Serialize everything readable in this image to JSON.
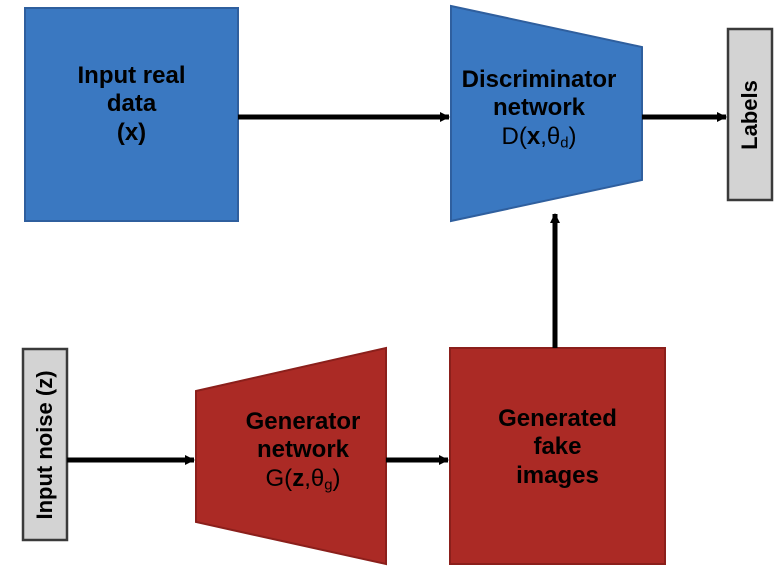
{
  "colors": {
    "real_block": "#3a78c1",
    "real_border": "#2f5f9e",
    "fake_block": "#ab2a25",
    "fake_border": "#8b1f1b",
    "side_box": "#d3d3d3",
    "side_border": "#3a3a3a",
    "arrow": "#000000"
  },
  "blocks": {
    "real_data": {
      "lines": [
        "Input real",
        "data",
        "(x)"
      ]
    },
    "discriminator": {
      "lines": [
        "Discriminator",
        "network"
      ],
      "formula": {
        "func": "D(",
        "var": "x",
        "sep": ",θ",
        "sub": "d",
        "close": ")"
      }
    },
    "labels": {
      "text": "Labels"
    },
    "noise": {
      "text": "Input noise (z)"
    },
    "generator": {
      "lines": [
        "Generator",
        "network"
      ],
      "formula": {
        "func": "G(",
        "var": "z",
        "sep": ",θ",
        "sub": "g",
        "close": ")"
      }
    },
    "fake_images": {
      "lines": [
        "Generated",
        "fake",
        "images"
      ]
    }
  }
}
